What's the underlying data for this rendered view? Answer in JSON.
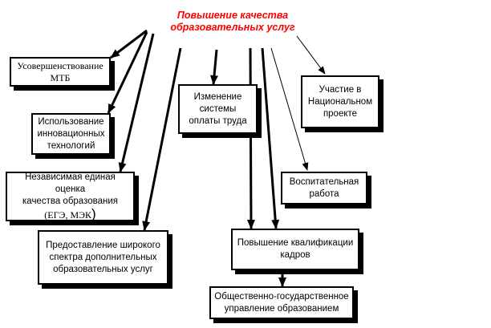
{
  "title": {
    "line1": "Повышение качества",
    "line2": "образовательных услуг"
  },
  "boxes": {
    "mtb": {
      "line1": "Усовершенствование",
      "line2": "МТБ"
    },
    "tech": {
      "line1": "Использование",
      "line2": "инновационных",
      "line3": "технологий"
    },
    "indep": {
      "line1": "Независимая единая оценка",
      "line2": "качества образования",
      "line3": "(ЕГЭ, МЭК",
      "line3_paren": ")"
    },
    "services": {
      "line1": "Предоставление широкого",
      "line2": "спектра дополнительных",
      "line3": "образовательных услуг"
    },
    "pay": {
      "line1": "Изменение",
      "line2": "системы",
      "line3": "оплаты труда"
    },
    "national": {
      "line1": "Участие в",
      "line2": "Национальном",
      "line3": "проекте"
    },
    "educational": {
      "line1": "Воспитательная",
      "line2": "работа"
    },
    "qualification": {
      "line1": "Повышение квалификации",
      "line2": "кадров"
    },
    "public_management": {
      "line1": "Общественно-государственное",
      "line2": "управление образованием"
    }
  },
  "colors": {
    "title": "#ff0000",
    "stroke": "#000000",
    "background": "#ffffff"
  }
}
